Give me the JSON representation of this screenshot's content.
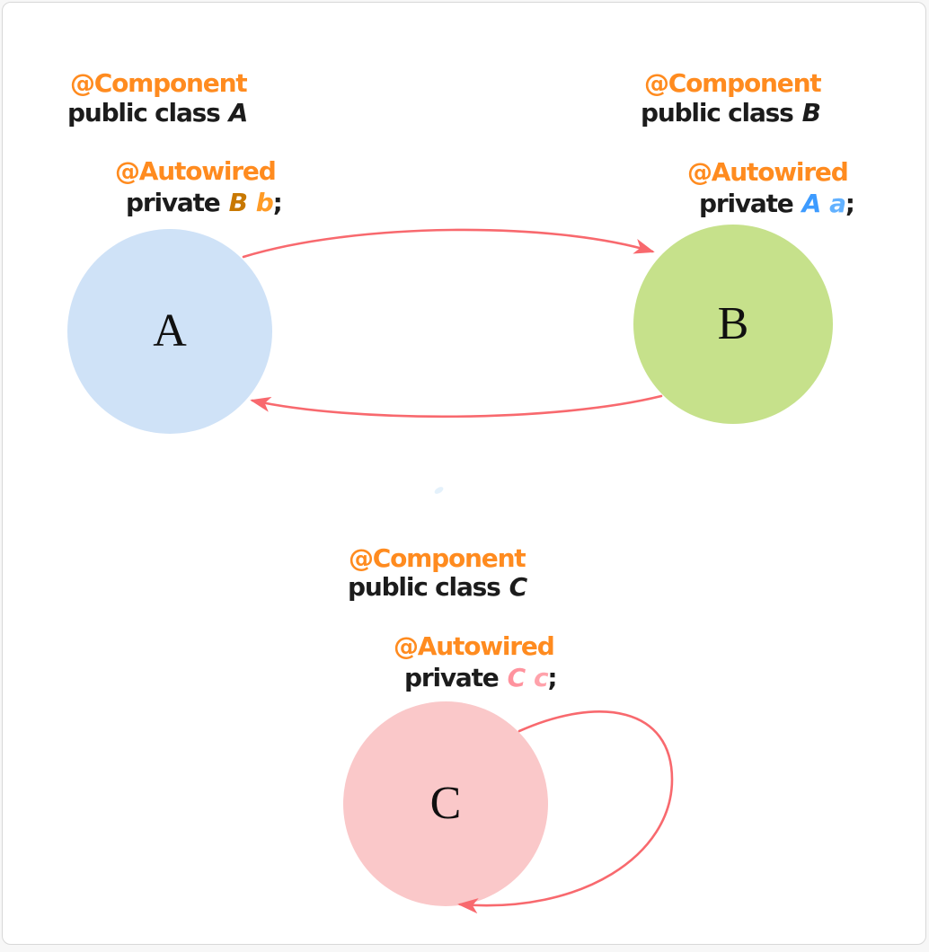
{
  "page": {
    "background": "#f7f7f7",
    "card_background": "#ffffff",
    "card_border": "#d8d8d8"
  },
  "colors": {
    "annotation": "#ff8b1f",
    "code": "#1c1c1c",
    "arrow": "#f8696e",
    "circle_a_fill": "#cfe2f7",
    "circle_b_fill": "#c6e18b",
    "circle_c_fill": "#fac8c9",
    "type_b": "#c87800",
    "var_b": "#ff9b26",
    "type_a": "#3d9bff",
    "var_a": "#62b1ff",
    "type_c": "#ff939e",
    "var_c": "#ffa2ab"
  },
  "classes": [
    {
      "id": "A",
      "component_annotation": "@Component",
      "class_keyword": "public class",
      "class_name": "A",
      "autowired_annotation": "@Autowired",
      "field": {
        "keyword": "private",
        "type": "B",
        "variable": "b",
        "terminator": ";"
      },
      "node_label": "A"
    },
    {
      "id": "B",
      "component_annotation": "@Component",
      "class_keyword": "public class",
      "class_name": "B",
      "autowired_annotation": "@Autowired",
      "field": {
        "keyword": "private",
        "type": "A",
        "variable": "a",
        "terminator": ";"
      },
      "node_label": "B"
    },
    {
      "id": "C",
      "component_annotation": "@Component",
      "class_keyword": "public class",
      "class_name": "C",
      "autowired_annotation": "@Autowired",
      "field": {
        "keyword": "private",
        "type": "C",
        "variable": "c",
        "terminator": ";"
      },
      "node_label": "C"
    }
  ],
  "edges": [
    {
      "from": "A",
      "to": "B"
    },
    {
      "from": "B",
      "to": "A"
    },
    {
      "from": "C",
      "to": "C"
    }
  ]
}
